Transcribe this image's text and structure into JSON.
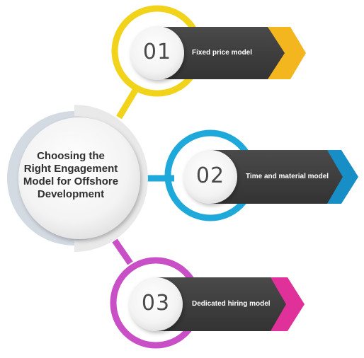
{
  "center": {
    "lines": [
      "Choosing the",
      "Right Engagement",
      "Model for Offshore",
      "Development"
    ]
  },
  "items": [
    {
      "number": "01",
      "label": "Fixed price model",
      "color": "#f2d31b",
      "accent": "#f3b61f"
    },
    {
      "number": "02",
      "label": "Time and material model",
      "color": "#1fa9db",
      "accent": "#178fc6"
    },
    {
      "number": "03",
      "label": "Dedicated hiring model",
      "color": "#c94fc7",
      "accent": "#e0319a"
    }
  ],
  "colors": {
    "bar": "#424242",
    "bar_dark": "#2e2e2e",
    "hub_ring": "#d4dae2",
    "circle": "#f4f4f4"
  }
}
